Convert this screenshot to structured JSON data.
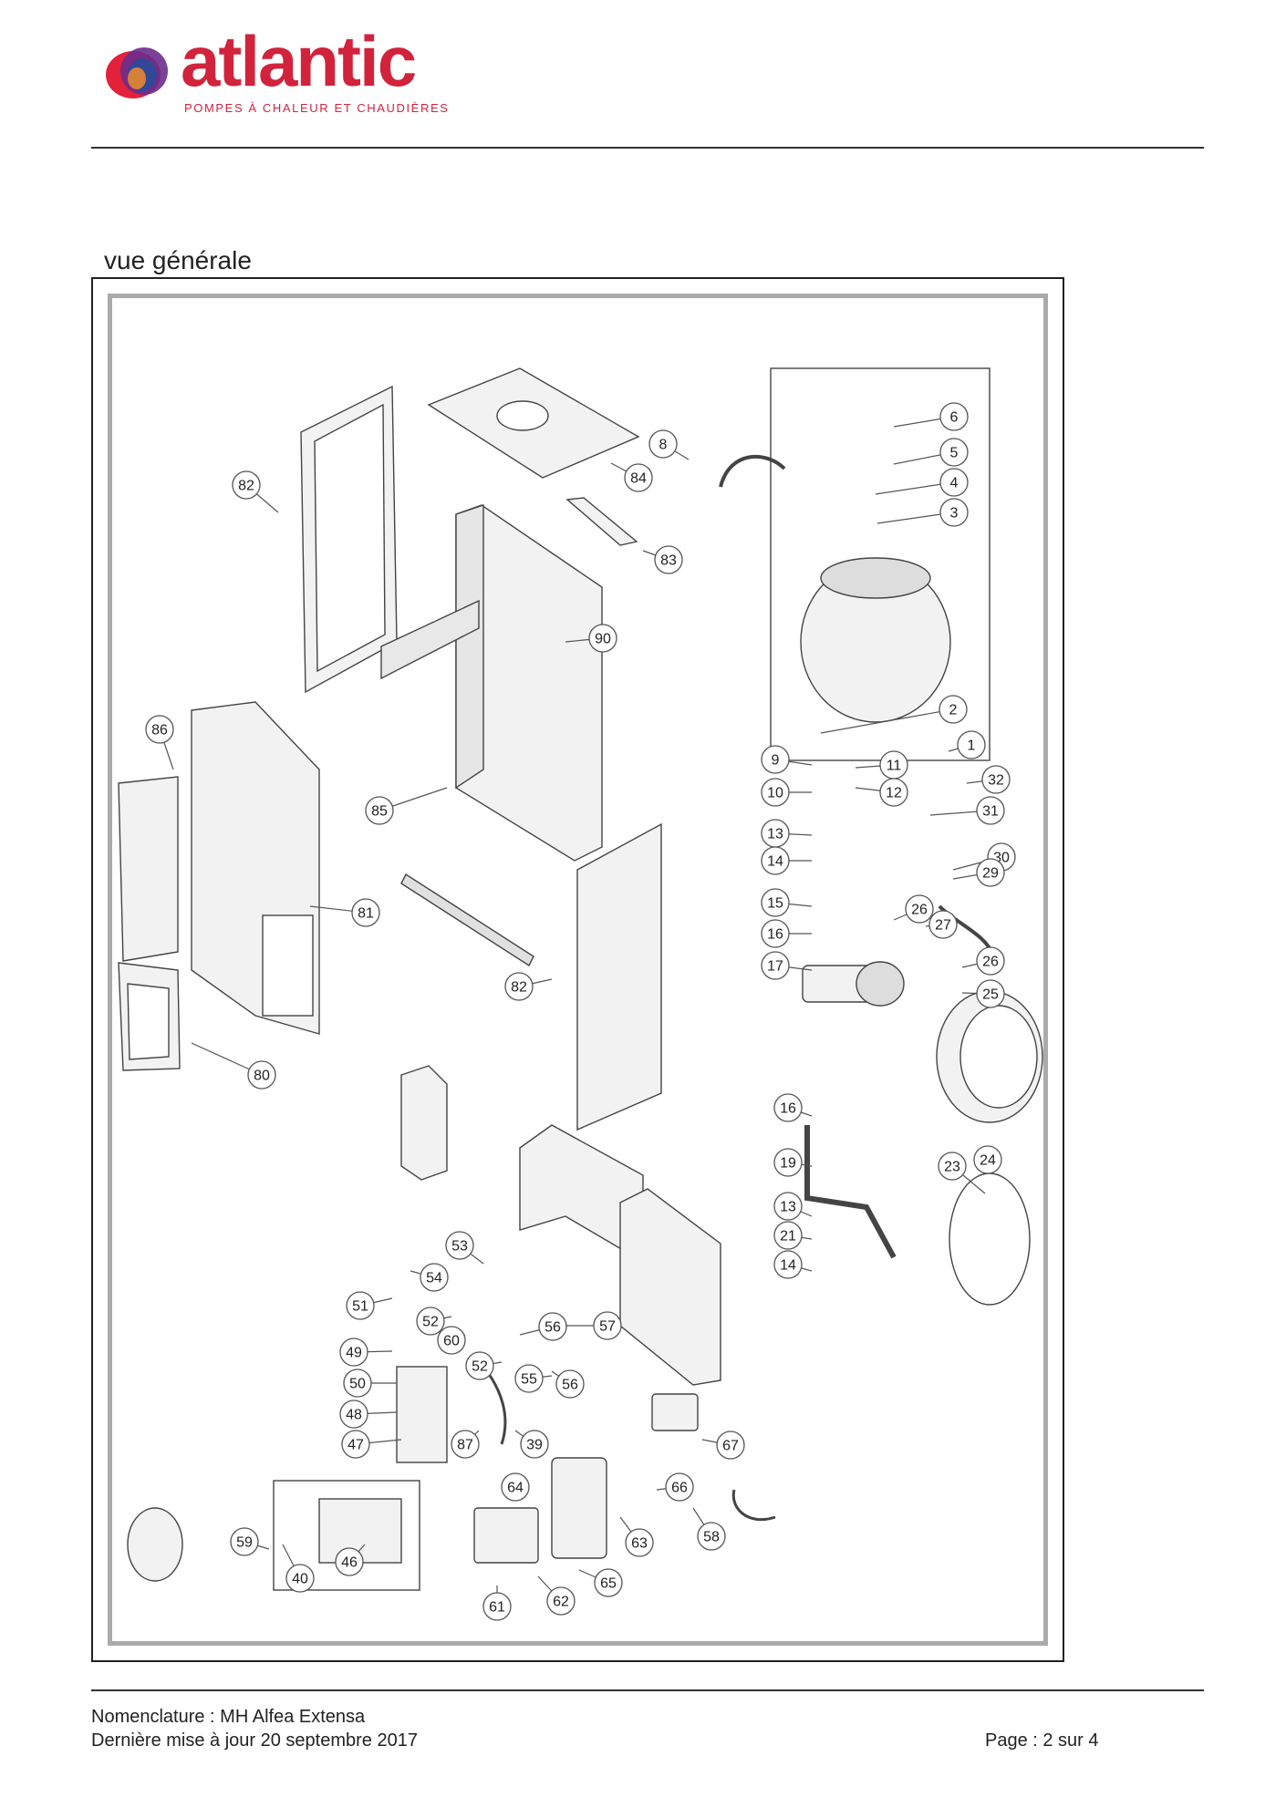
{
  "header": {
    "brand": "atlantic",
    "tagline": "POMPES À CHALEUR ET CHAUDIÈRES"
  },
  "section_title": "vue générale",
  "callouts": [
    {
      "label": "6"
    },
    {
      "label": "5"
    },
    {
      "label": "4"
    },
    {
      "label": "3"
    },
    {
      "label": "8"
    },
    {
      "label": "84"
    },
    {
      "label": "82"
    },
    {
      "label": "83"
    },
    {
      "label": "90"
    },
    {
      "label": "2"
    },
    {
      "label": "1"
    },
    {
      "label": "86"
    },
    {
      "label": "9"
    },
    {
      "label": "11"
    },
    {
      "label": "10"
    },
    {
      "label": "12"
    },
    {
      "label": "32"
    },
    {
      "label": "85"
    },
    {
      "label": "31"
    },
    {
      "label": "13"
    },
    {
      "label": "14"
    },
    {
      "label": "30"
    },
    {
      "label": "29"
    },
    {
      "label": "81"
    },
    {
      "label": "15"
    },
    {
      "label": "26"
    },
    {
      "label": "27"
    },
    {
      "label": "16"
    },
    {
      "label": "26"
    },
    {
      "label": "82"
    },
    {
      "label": "17"
    },
    {
      "label": "25"
    },
    {
      "label": "80"
    },
    {
      "label": "16"
    },
    {
      "label": "19"
    },
    {
      "label": "24"
    },
    {
      "label": "23"
    },
    {
      "label": "13"
    },
    {
      "label": "21"
    },
    {
      "label": "53"
    },
    {
      "label": "14"
    },
    {
      "label": "54"
    },
    {
      "label": "51"
    },
    {
      "label": "52"
    },
    {
      "label": "60"
    },
    {
      "label": "56"
    },
    {
      "label": "57"
    },
    {
      "label": "49"
    },
    {
      "label": "52"
    },
    {
      "label": "55"
    },
    {
      "label": "56"
    },
    {
      "label": "50"
    },
    {
      "label": "48"
    },
    {
      "label": "47"
    },
    {
      "label": "87"
    },
    {
      "label": "39"
    },
    {
      "label": "67"
    },
    {
      "label": "64"
    },
    {
      "label": "66"
    },
    {
      "label": "59"
    },
    {
      "label": "46"
    },
    {
      "label": "63"
    },
    {
      "label": "58"
    },
    {
      "label": "40"
    },
    {
      "label": "65"
    },
    {
      "label": "62"
    },
    {
      "label": "61"
    }
  ],
  "footer": {
    "nomenclature": "Nomenclature : MH Alfea Extensa",
    "updated": "Dernière mise à jour 20 septembre 2017",
    "page": "Page : 2 sur 4"
  }
}
